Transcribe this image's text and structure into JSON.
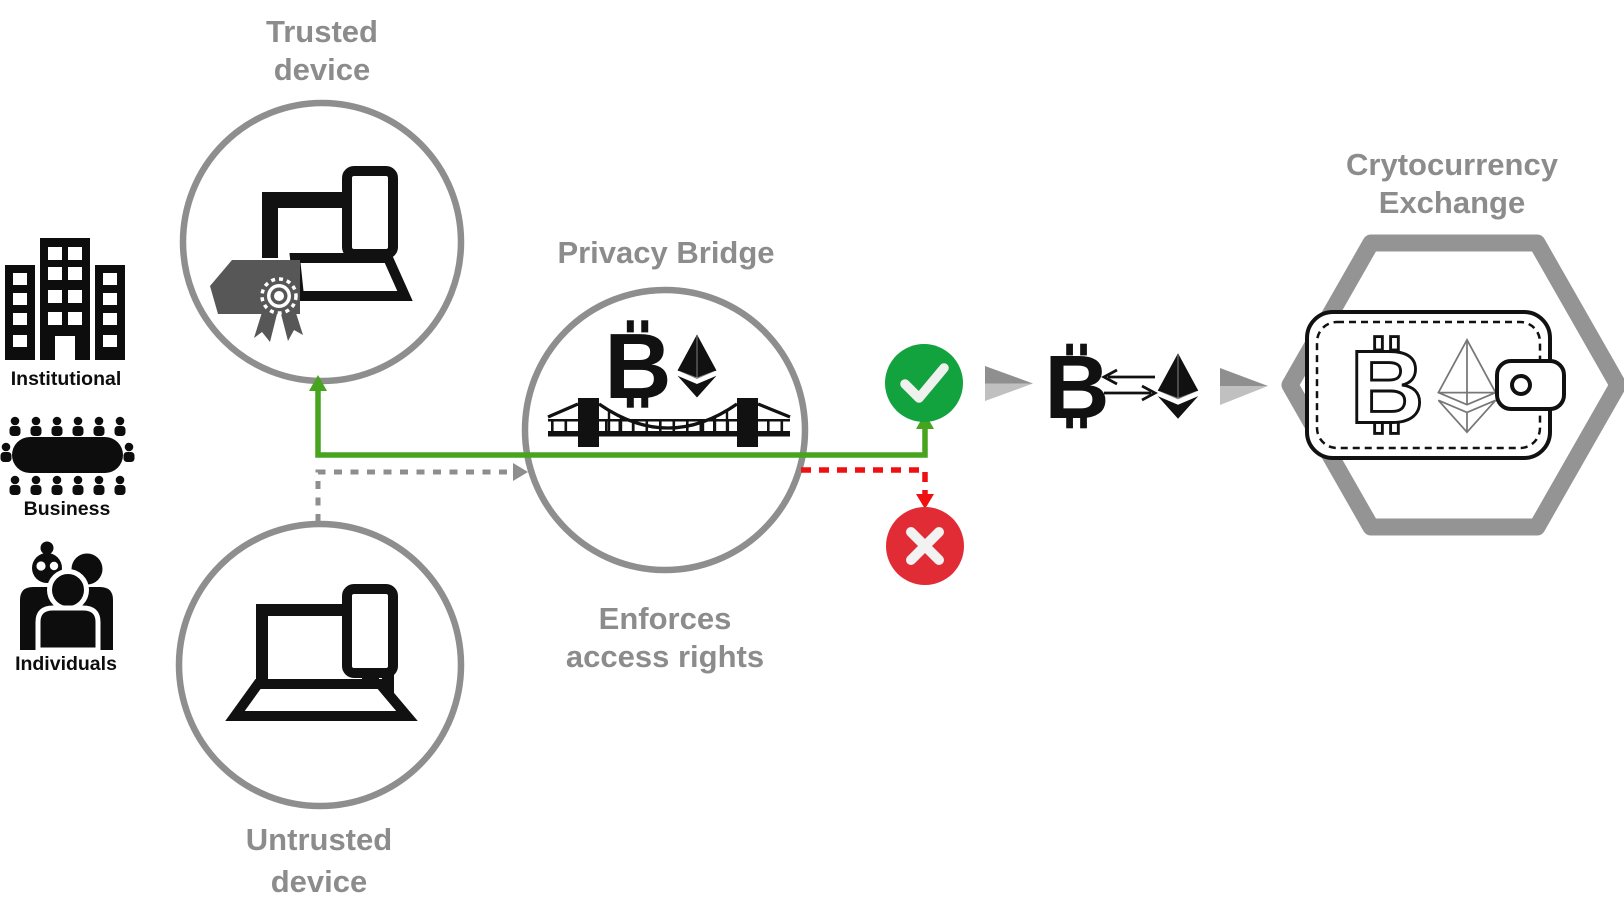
{
  "user_groups": {
    "items": [
      {
        "label": "Institutional",
        "icon": "building-icon"
      },
      {
        "label": "Business",
        "icon": "meeting-table-icon"
      },
      {
        "label": "Individuals",
        "icon": "people-group-icon"
      }
    ]
  },
  "nodes": {
    "trusted_device": {
      "label": [
        "Trusted",
        "device"
      ]
    },
    "untrusted_device": {
      "label": [
        "Untrusted",
        "device"
      ]
    },
    "privacy_bridge": {
      "title": "Privacy Bridge",
      "caption": [
        "Enforces",
        "access rights"
      ]
    },
    "exchange": {
      "label": [
        "Crytocurrency",
        "Exchange"
      ]
    }
  },
  "icons": {
    "bitcoin_glyph": "B"
  },
  "colors": {
    "label_gray": "#8C8C8C",
    "circle_outline_gray": "#8E8E8E",
    "hexagon_gray": "#949494",
    "approved_green": "#12A23E",
    "flow_green": "#46A41F",
    "rejected_red": "#E12B35",
    "flow_red": "#EF1111",
    "flow_dash_gray": "#8E8E8E",
    "icon_black": "#111111",
    "certificate_gray": "#575757",
    "arrow_dark_gray": "#8F8F8F",
    "arrow_light_gray": "#C0C0C0",
    "check_white": "#EFF1EF"
  }
}
